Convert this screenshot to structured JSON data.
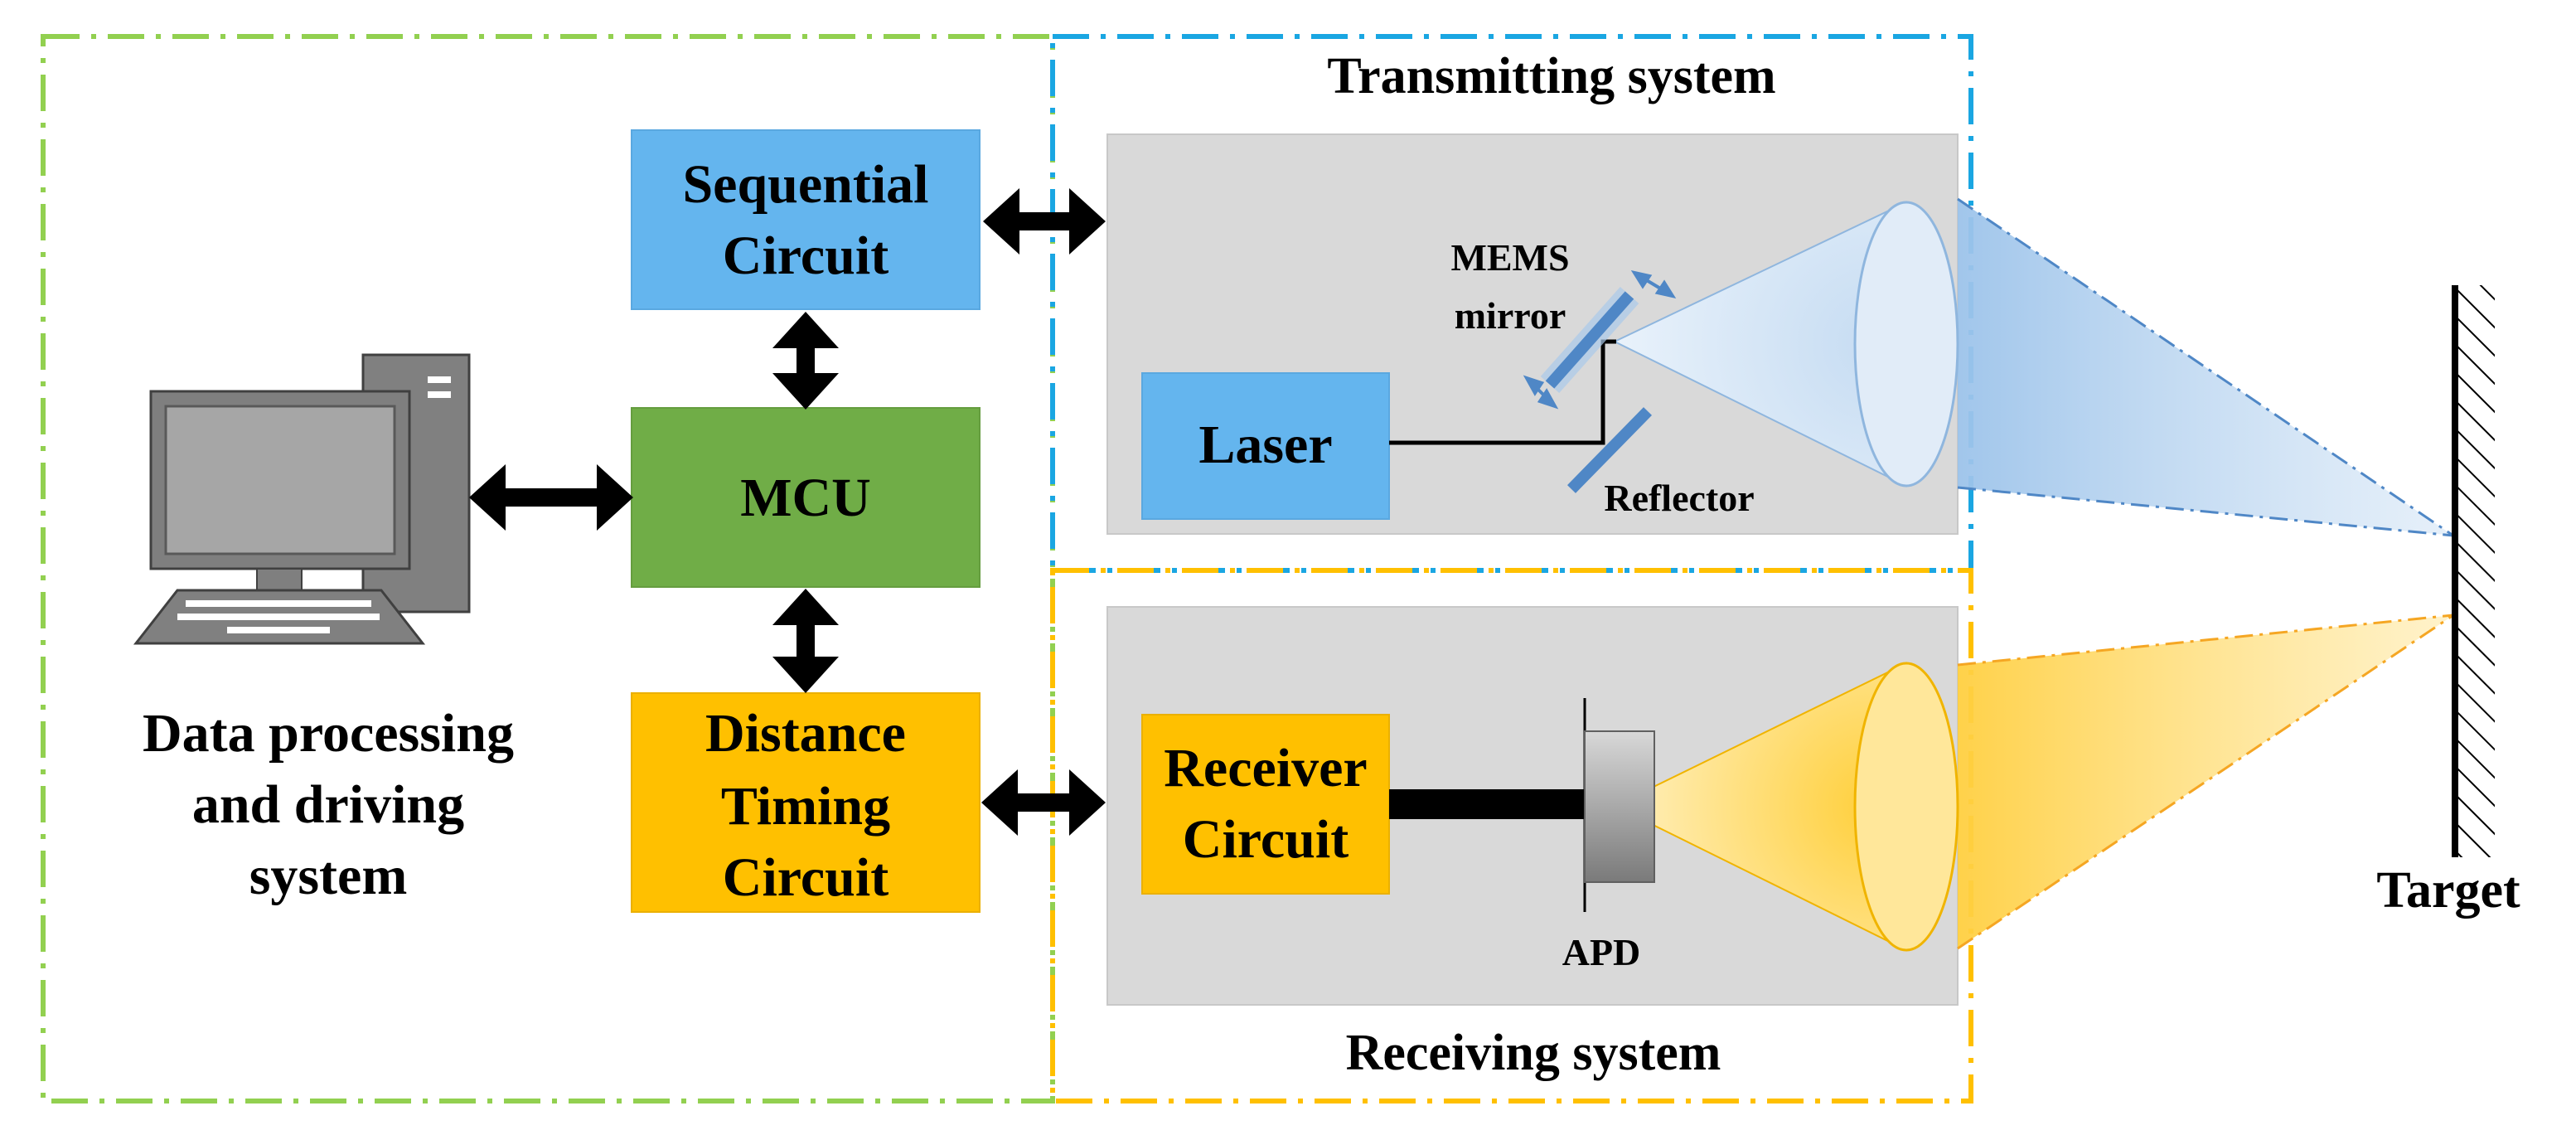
{
  "blocks": {
    "sequential_line1": "Sequential",
    "sequential_line2": "Circuit",
    "mcu": "MCU",
    "distance_line1": "Distance",
    "distance_line2": "Timing",
    "distance_line3": "Circuit",
    "laser": "Laser",
    "receiver_line1": "Receiver",
    "receiver_line2": "Circuit"
  },
  "labels": {
    "transmitting_system": "Transmitting system",
    "receiving_system": "Receiving system",
    "data_processing_line1": "Data processing",
    "data_processing_line2": "and driving",
    "data_processing_line3": "system",
    "mems_line1": "MEMS",
    "mems_line2": "mirror",
    "reflector": "Reflector",
    "apd": "APD",
    "target": "Target"
  },
  "colors": {
    "blue_block": "#64b5ee",
    "green_block": "#70ad47",
    "orange_block": "#ffc000",
    "gray_panel": "#d9d9d9",
    "green_border": "#92d050",
    "blue_border": "#1aa6e2",
    "orange_border": "#ffc000"
  },
  "icons": {
    "computer": "desktop-computer-icon",
    "target": "hatched-wall-target-icon"
  }
}
